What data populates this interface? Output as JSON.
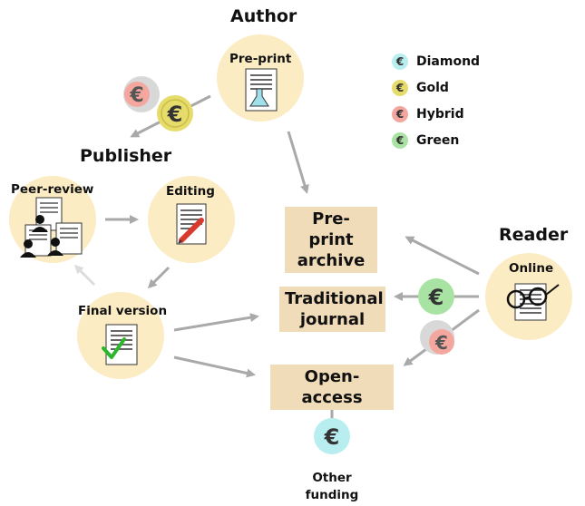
{
  "roles": {
    "author": "Author",
    "publisher": "Publisher",
    "reader": "Reader"
  },
  "nodes": {
    "preprint": "Pre-print",
    "peer_review": "Peer-review",
    "editing": "Editing",
    "final_version": "Final version",
    "online": "Online",
    "other_funding_line1": "Other",
    "other_funding_line2": "funding"
  },
  "outlets": {
    "preprint_archive_line1": "Pre-print",
    "preprint_archive_line2": "archive",
    "traditional_journal_line1": "Traditional",
    "traditional_journal_line2": "journal",
    "open_access": "Open-access"
  },
  "legend": [
    {
      "label": "Diamond",
      "symbol": "€",
      "color": "#b9eef0"
    },
    {
      "label": "Gold",
      "symbol": "€",
      "color": "#e6dc6c"
    },
    {
      "label": "Hybrid",
      "symbol": "€",
      "color": "#f3a79e"
    },
    {
      "label": "Green",
      "symbol": "€",
      "color": "#a9e3a3"
    }
  ],
  "colors": {
    "node_fill": "#fbecc4",
    "box_fill": "#f0dcb8",
    "arrow": "#a9a9a9",
    "arrow_faint": "#dcdcdc"
  }
}
